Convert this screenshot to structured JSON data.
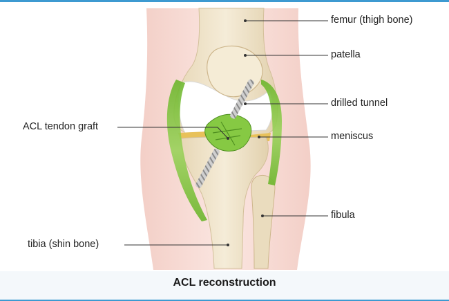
{
  "diagram": {
    "title": "ACL reconstruction",
    "labels": {
      "femur": "femur (thigh bone)",
      "patella": "patella",
      "drilled_tunnel": "drilled tunnel",
      "acl_graft": "ACL tendon graft",
      "meniscus": "meniscus",
      "fibula": "fibula",
      "tibia": "tibia (shin bone)"
    },
    "colors": {
      "skin": "#f6d6cf",
      "bone": "#efe3c8",
      "ligament": "#7dc23a",
      "cartilage": "#ffffff",
      "meniscus": "#e8c15a",
      "accent": "#3d9ad1"
    }
  }
}
